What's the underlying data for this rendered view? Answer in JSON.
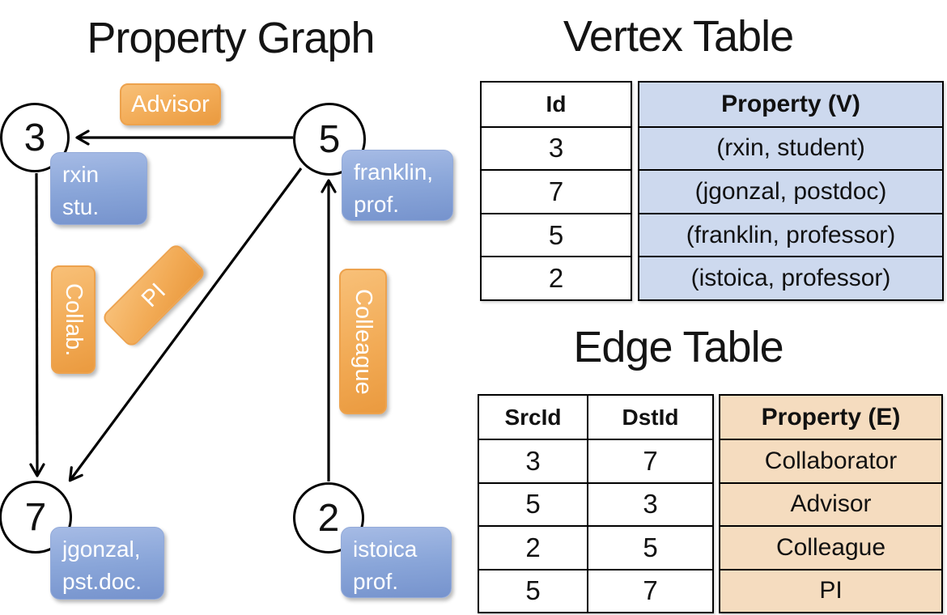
{
  "graph": {
    "title": "Property Graph",
    "nodes": [
      {
        "id": "3"
      },
      {
        "id": "5"
      },
      {
        "id": "7"
      },
      {
        "id": "2"
      }
    ],
    "node_properties": [
      {
        "line1": "rxin",
        "line2": "stu."
      },
      {
        "line1": "franklin,",
        "line2": "prof."
      },
      {
        "line1": "jgonzal,",
        "line2": "pst.doc."
      },
      {
        "line1": "istoica",
        "line2": "prof."
      }
    ],
    "edge_labels": {
      "advisor": "Advisor",
      "collab": "Collab.",
      "pi": "PI",
      "colleague": "Colleague"
    },
    "edges": [
      {
        "src": "5",
        "dst": "3",
        "label": "Advisor"
      },
      {
        "src": "3",
        "dst": "7",
        "label": "Collab."
      },
      {
        "src": "5",
        "dst": "7",
        "label": "PI"
      },
      {
        "src": "2",
        "dst": "5",
        "label": "Colleague"
      }
    ]
  },
  "vertex_table": {
    "title": "Vertex Table",
    "headers": {
      "id": "Id",
      "property": "Property (V)"
    },
    "rows": [
      {
        "id": "3",
        "property": "(rxin, student)"
      },
      {
        "id": "7",
        "property": "(jgonzal, postdoc)"
      },
      {
        "id": "5",
        "property": "(franklin, professor)"
      },
      {
        "id": "2",
        "property": "(istoica, professor)"
      }
    ]
  },
  "edge_table": {
    "title": "Edge Table",
    "headers": {
      "src": "SrcId",
      "dst": "DstId",
      "property": "Property (E)"
    },
    "rows": [
      {
        "src": "3",
        "dst": "7",
        "property": "Collaborator"
      },
      {
        "src": "5",
        "dst": "3",
        "property": "Advisor"
      },
      {
        "src": "2",
        "dst": "5",
        "property": "Colleague"
      },
      {
        "src": "5",
        "dst": "7",
        "property": "PI"
      }
    ]
  },
  "colors": {
    "edge_label_orange": "#f2ab56",
    "property_box_blue": "#8aa6d9",
    "vertex_cell_bg": "#cdd9ee",
    "edge_cell_bg": "#f5dcbf",
    "line_black": "#000000"
  }
}
